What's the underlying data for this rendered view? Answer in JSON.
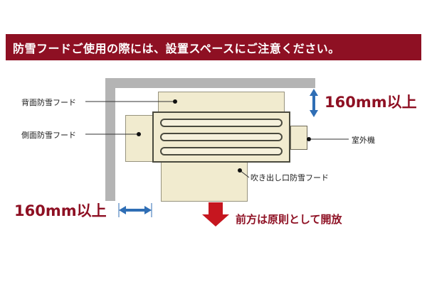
{
  "banner": {
    "text": "防雪フードご使用の際には、設置スペースにご注意ください。"
  },
  "diagram": {
    "labels": {
      "rear_hood": "背面防雪フード",
      "side_hood": "側面防雪フード",
      "outdoor_unit": "室外機",
      "blowout_hood": "吹き出し口防雪フード"
    },
    "measurements": {
      "top_clearance": "160mm以上",
      "left_clearance": "160mm以上"
    },
    "front_note": "前方は原則として開放"
  },
  "colors": {
    "banner_bg": "#8e1023",
    "measure_text": "#8e1023",
    "front_arrow_red": "#c6161f",
    "clearance_arrow_blue": "#2f6eb5",
    "hood_fill": "#f1ebcf",
    "wall_gray": "#b4b4b4",
    "leader_line": "#333333"
  }
}
